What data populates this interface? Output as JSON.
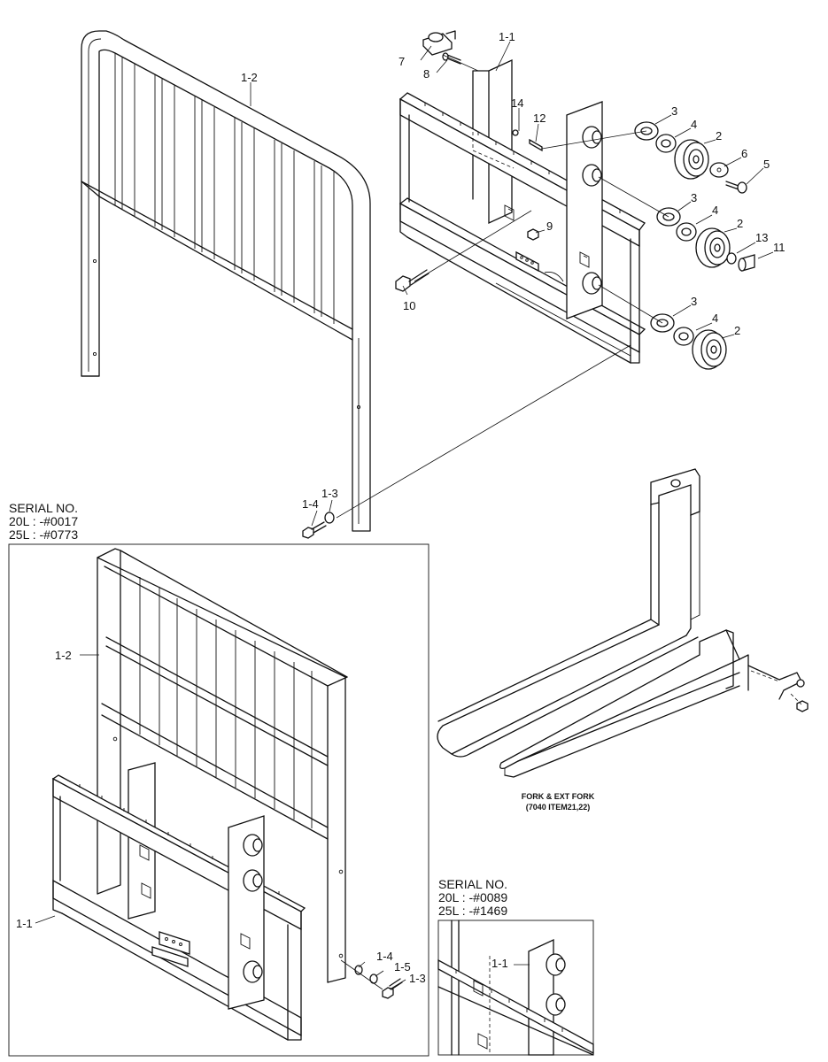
{
  "callouts": {
    "c1_1_top": "1-1",
    "c1_2_top": "1-2",
    "c7": "7",
    "c8": "8",
    "c14": "14",
    "c12": "12",
    "c3a": "3",
    "c4a": "4",
    "c2a": "2",
    "c6": "6",
    "c5": "5",
    "c3b": "3",
    "c4b": "4",
    "c2b": "2",
    "c13": "13",
    "c11": "11",
    "c9": "9",
    "c10": "10",
    "c3c": "3",
    "c4c": "4",
    "c2c": "2",
    "c1_3_top": "1-3",
    "c1_4_top": "1-4",
    "c1_2_inset": "1-2",
    "c1_1_inset": "1-1",
    "c1_4_inset": "1-4",
    "c1_5_inset": "1-5",
    "c1_3_inset": "1-3",
    "c1_1_inset2": "1-1"
  },
  "serial_a": {
    "title": "SERIAL NO.",
    "line1": "20L : -#0017",
    "line2": "25L : -#0773"
  },
  "serial_b": {
    "title": "SERIAL NO.",
    "line1": "20L : -#0089",
    "line2": "25L : -#1469"
  },
  "fork_caption": {
    "line1": "FORK & EXT FORK",
    "line2": "(7040 ITEM21,22)"
  }
}
